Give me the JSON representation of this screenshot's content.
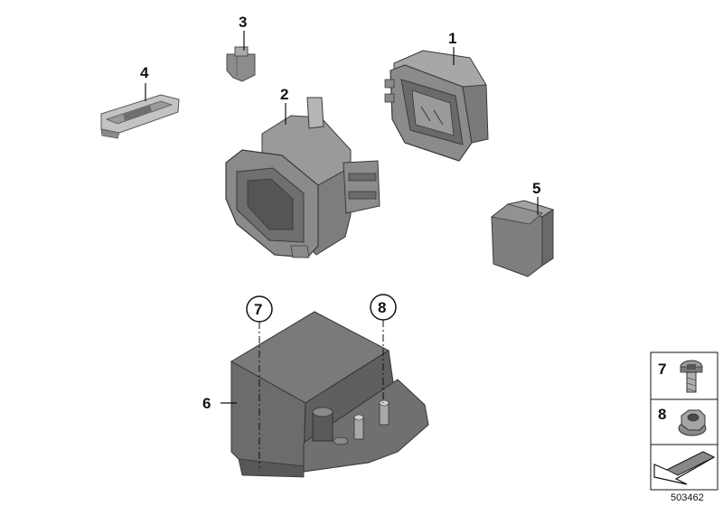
{
  "callouts": {
    "c1": "1",
    "c2": "2",
    "c3": "3",
    "c4": "4",
    "c5": "5",
    "c6": "6",
    "c7": "7",
    "c8": "8"
  },
  "legend": {
    "screw_label": "7",
    "nut_label": "8"
  },
  "reference_number": "503462",
  "colors": {
    "part_dark": "#6f6f6f",
    "part_mid": "#8a8a8a",
    "part_light": "#b4b4b4",
    "outline": "#3a3a3a"
  }
}
